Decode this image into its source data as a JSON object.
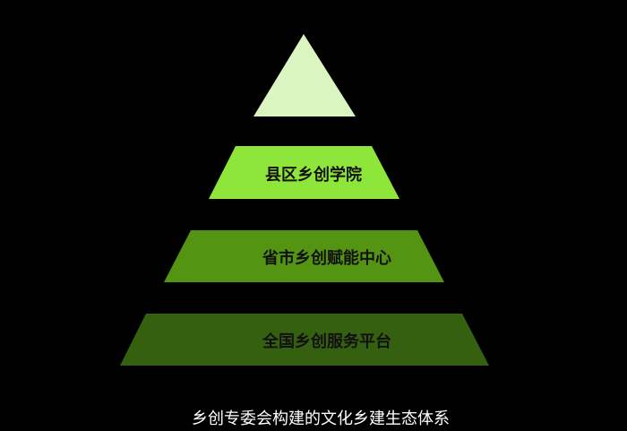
{
  "pyramid": {
    "levels": [
      {
        "label": "",
        "color": "#daf5c0"
      },
      {
        "label": "县区乡创学院",
        "color": "#8fe63a"
      },
      {
        "label": "省市乡创赋能中心",
        "color": "#539413"
      },
      {
        "label": "全国乡创服务平台",
        "color": "#34600f"
      }
    ]
  },
  "caption": "乡创专委会构建的文化乡建生态体系"
}
